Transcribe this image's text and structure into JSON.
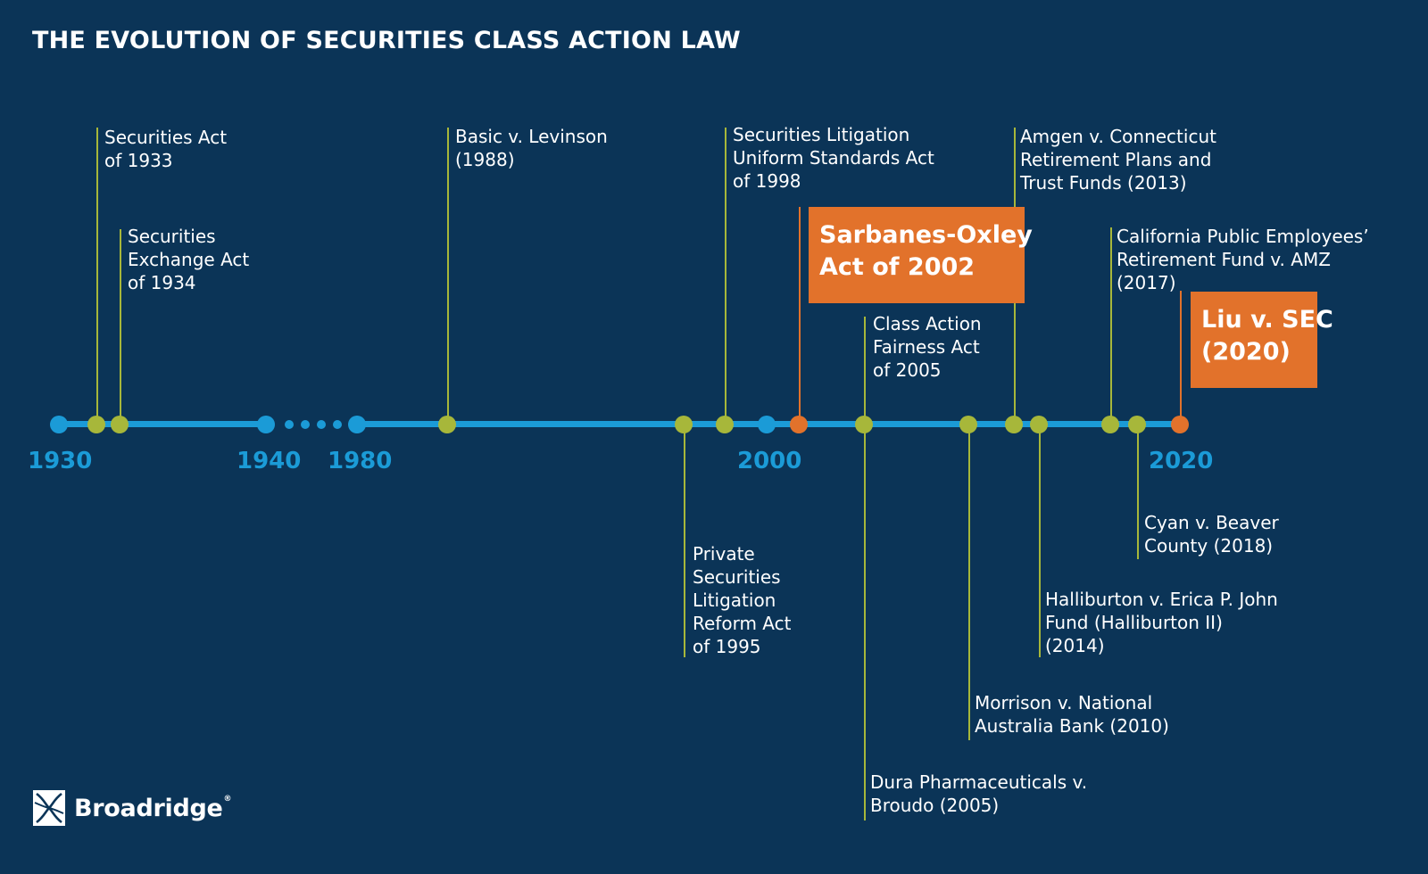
{
  "title": "THE EVOLUTION OF SECURITIES CLASS ACTION LAW",
  "years": {
    "y1930": "1930",
    "y1940": "1940",
    "y1980": "1980",
    "y2000": "2000",
    "y2020": "2020"
  },
  "events": {
    "sec_act_1933": "Securities Act\nof 1933",
    "sec_exchange_1934": "Securities\nExchange Act\nof 1934",
    "basic_levinson": "Basic v. Levinson\n(1988)",
    "pslra_1995": "Private\nSecurities\nLitigation\nReform Act\nof 1995",
    "slusa_1998": "Securities Litigation\nUniform Standards Act\nof 1998",
    "sarbanes_oxley": "Sarbanes-Oxley\nAct of 2002",
    "cafa_2005": "Class Action\nFairness Act\nof 2005",
    "dura_2005": "Dura Pharmaceuticals v.\nBroudo (2005)",
    "morrison_2010": "Morrison v. National\nAustralia Bank (2010)",
    "amgen_2013": "Amgen v. Connecticut\nRetirement Plans and\nTrust Funds (2013)",
    "halliburton_2014": "Halliburton v. Erica P. John\nFund (Halliburton II)\n(2014)",
    "calpers_2017": "California Public Employees’\nRetirement Fund v. AMZ\n(2017)",
    "cyan_2018": "Cyan v. Beaver\nCounty (2018)",
    "liu_2020": "Liu v. SEC\n(2020)"
  },
  "colors": {
    "background": "#0b3457",
    "timeline": "#1b9bd7",
    "event": "#a7b73a",
    "highlight": "#e2722b"
  },
  "logo": {
    "name": "Broadridge",
    "reg": "®"
  }
}
